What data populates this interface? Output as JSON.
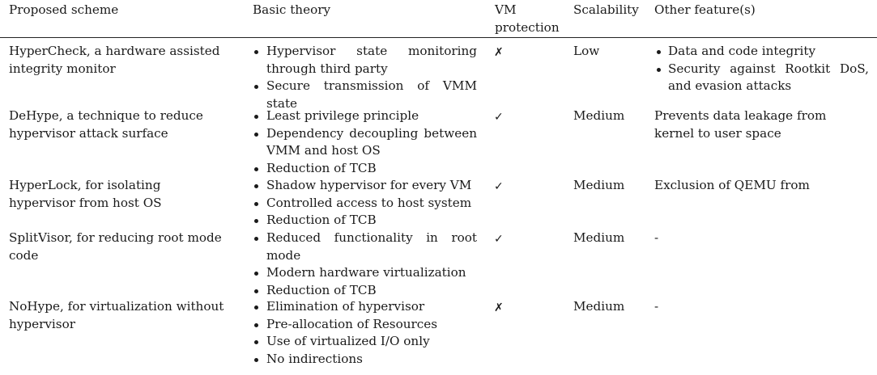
{
  "headers": {
    "scheme": "Proposed scheme",
    "theory": "Basic theory",
    "vm": "VM protection",
    "scalability": "Scalability",
    "features": "Other feature(s)"
  },
  "rows": [
    {
      "scheme": "HyperCheck, a hardware assisted integrity monitor",
      "theory": [
        "Hypervisor state monitoring through third party",
        "Secure transmission of VMM state"
      ],
      "vm": "✗",
      "scalability": "Low",
      "features_list": [
        "Data and code integrity",
        "Security against Rootkit DoS, and evasion attacks"
      ]
    },
    {
      "scheme": "DeHype, a technique to reduce hypervisor attack surface",
      "theory": [
        "Least privilege principle",
        "Dependency decoupling between VMM and host OS",
        "Reduction of TCB"
      ],
      "vm": "✓",
      "scalability": "Medium",
      "features": "Prevents data leakage from kernel to user space"
    },
    {
      "scheme": "HyperLock, for isolating hypervisor from host OS",
      "theory": [
        "Shadow hypervisor for every VM",
        "Controlled access to host system",
        "Reduction of TCB"
      ],
      "vm": "✓",
      "scalability": "Medium",
      "features": "Exclusion of QEMU from"
    },
    {
      "scheme": "SplitVisor, for reducing root mode code",
      "theory": [
        "Reduced functionality in root mode",
        "Modern hardware virtualization",
        "Reduction of TCB"
      ],
      "vm": "✓",
      "scalability": "Medium",
      "features": "-"
    },
    {
      "scheme": "NoHype, for virtualization without hypervisor",
      "theory": [
        "Elimination of hypervisor",
        "Pre-allocation of Resources",
        "Use of virtualized I/O only",
        "No indirections"
      ],
      "vm": "✗",
      "scalability": "Medium",
      "features": "-"
    }
  ]
}
